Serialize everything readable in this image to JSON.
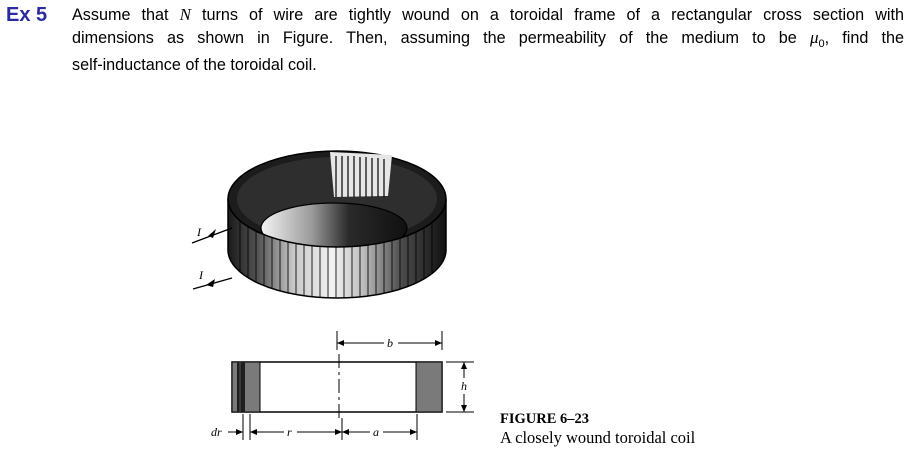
{
  "problem": {
    "label": "Ex 5",
    "line1_a": "Assume that ",
    "line1_var": "N",
    "line1_b": " turns of wire are tightly wound on a toroidal frame of a rectangular cross section with",
    "line2_a": "dimensions as shown in Figure. Then, assuming the permeability of the medium to be ",
    "line2_mu": "μ",
    "line2_sub": "0",
    "line2_b": ", find the",
    "line3": "self-inductance of the toroidal coil."
  },
  "figure": {
    "current_label_1": "I",
    "current_label_2": "I",
    "dim_b": "b",
    "dim_h": "h",
    "dim_dr": "dr",
    "dim_r": "r",
    "dim_a": "a",
    "caption_title": "FIGURE 6–23",
    "caption_text": "A closely wound toroidal coil"
  }
}
